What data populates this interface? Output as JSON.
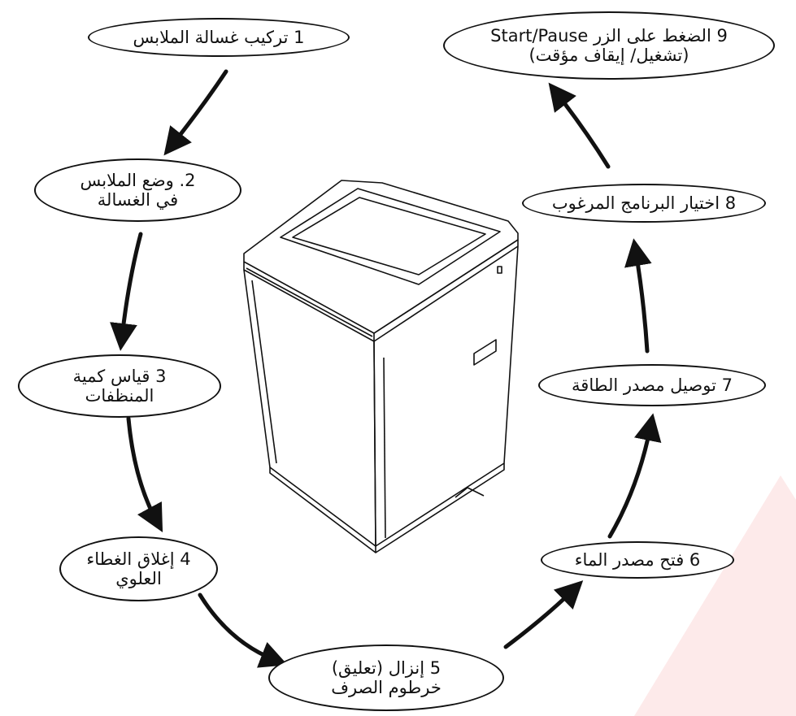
{
  "colors": {
    "stroke": "#111111",
    "watermark": "#fdeaea"
  },
  "illustration": "top-load-washing-machine",
  "steps": [
    {
      "text": "1 تركيب غسالة الملابس"
    },
    {
      "text": "2. وضع الملابس\nفي الغسالة"
    },
    {
      "text": "3 قياس كمية\nالمنظفات"
    },
    {
      "text": "4 إغلاق الغطاء\nالعلوي"
    },
    {
      "text": "5 إنزال (تعليق)\nخرطوم الصرف"
    },
    {
      "text": "6 فتح مصدر الماء"
    },
    {
      "text": "7 توصيل مصدر الطاقة"
    },
    {
      "text": "8 اختيار البرنامج المرغوب"
    },
    {
      "text": "9 الضغط على الزر Start/Pause\n(تشغيل/ إيقاف مؤقت)"
    }
  ]
}
